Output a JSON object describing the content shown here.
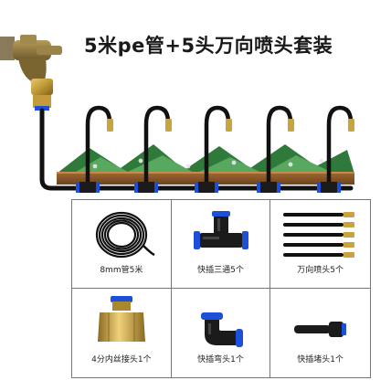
{
  "title": "5米pe管+5头万向喷头套装",
  "components": [
    {
      "label": "8mm管5米",
      "icon": "coiled-pe-tube"
    },
    {
      "label": "快插三通5个",
      "icon": "tee-connector"
    },
    {
      "label": "万向喷头5个",
      "icon": "universal-nozzles"
    },
    {
      "label": "4分内丝接头1个",
      "icon": "brass-adapter"
    },
    {
      "label": "快插弯头1个",
      "icon": "elbow-connector"
    },
    {
      "label": "快插堵头1个",
      "icon": "end-plug"
    }
  ],
  "colors": {
    "tube": "#111111",
    "brass": "#c9a43e",
    "blue_ring": "#1e4fd8",
    "planter_wood": "#8b5a2b"
  }
}
